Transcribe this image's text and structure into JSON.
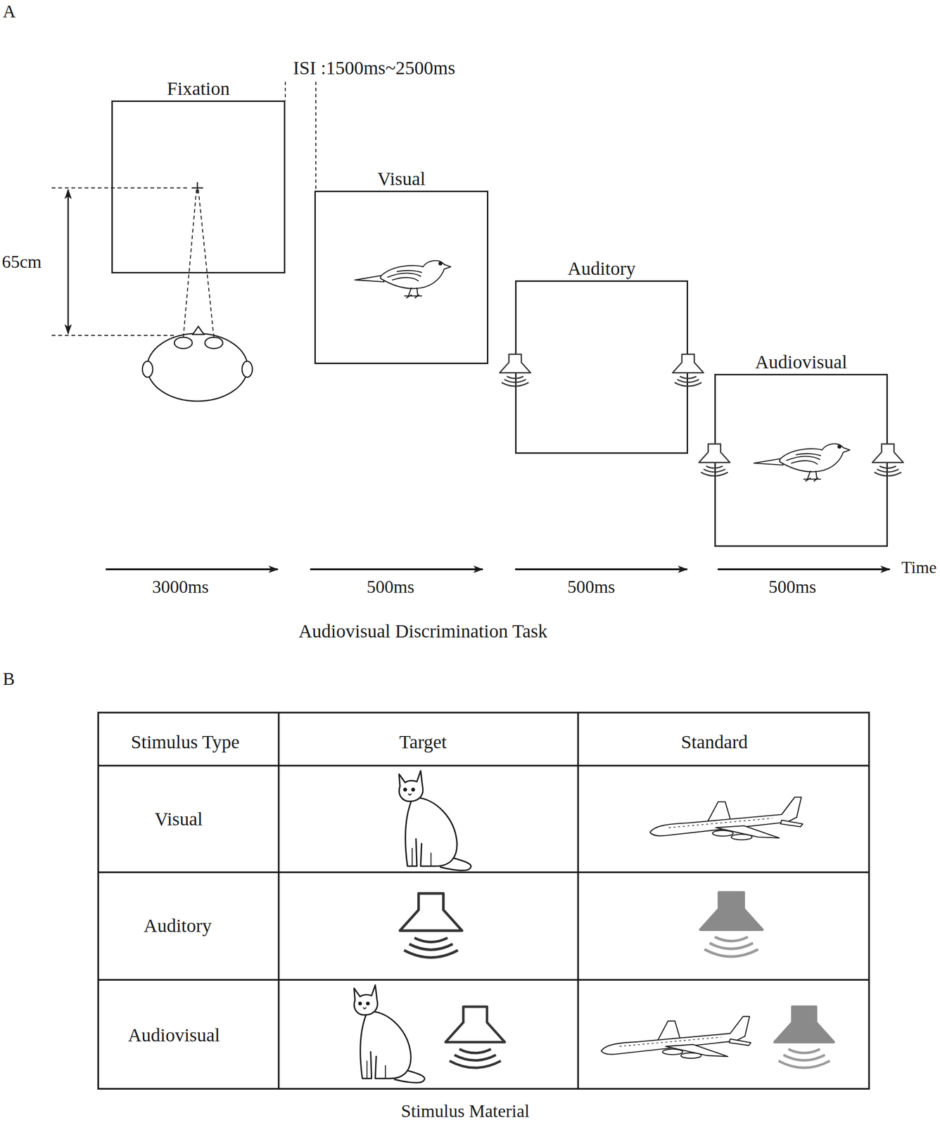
{
  "diagram": {
    "nodes": [
      {
        "text": [
          "Fixation"
        ]
      },
      {
        "text": [
          "Visual"
        ]
      },
      {
        "text": [
          "Auditory"
        ]
      },
      {
        "text": [
          "Audiovisual"
        ]
      }
    ],
    "labels": [
      "A",
      "ISI :1500ms~2500ms",
      "65cm",
      "3000ms",
      "500ms",
      "500ms",
      "500ms",
      "Time",
      "Audiovisual Discrimination Task",
      "B",
      "Stimulus Type",
      "Target",
      "Standard",
      "Visual",
      "Auditory",
      "Audiovisual",
      "Stimulus Material"
    ]
  }
}
